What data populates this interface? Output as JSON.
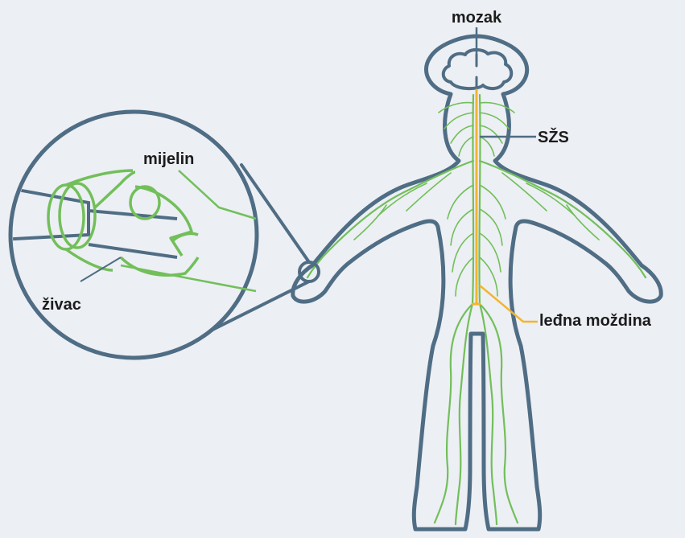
{
  "labels": {
    "brain": "mozak",
    "cns": "SŽS",
    "spinal_cord": "leđna moždina",
    "myelin": "mijelin",
    "nerve": "živac"
  },
  "colors": {
    "background": "#eceff4",
    "outline": "#4f6d84",
    "nerves": "#72bf5a",
    "central_nervous_system": "#f2b531",
    "text": "#1c1c1c"
  }
}
